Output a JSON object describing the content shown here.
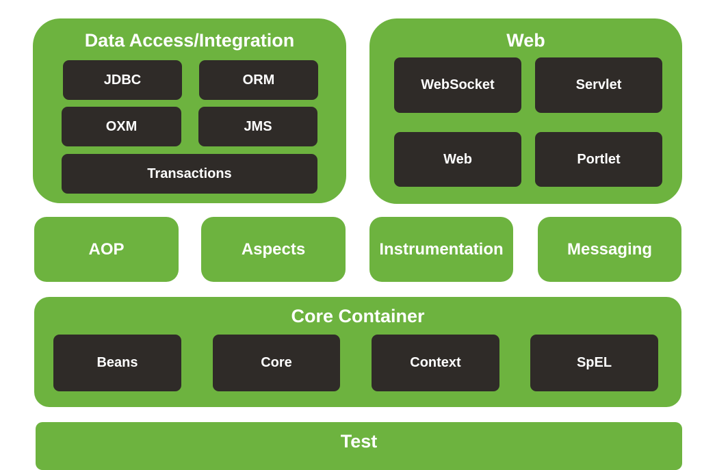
{
  "data_access": {
    "title": "Data Access/Integration",
    "modules": [
      "JDBC",
      "ORM",
      "OXM",
      "JMS",
      "Transactions"
    ]
  },
  "web": {
    "title": "Web",
    "modules": [
      "WebSocket",
      "Servlet",
      "Web",
      "Portlet"
    ]
  },
  "middle": [
    "AOP",
    "Aspects",
    "Instrumentation",
    "Messaging"
  ],
  "core": {
    "title": "Core Container",
    "modules": [
      "Beans",
      "Core",
      "Context",
      "SpEL"
    ]
  },
  "test": {
    "title": "Test"
  },
  "colors": {
    "green": "#6db33f",
    "dark": "#2f2b28"
  }
}
